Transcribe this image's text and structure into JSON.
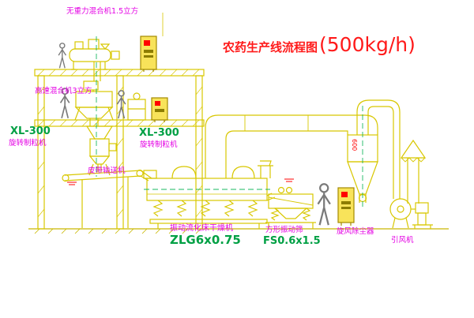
{
  "title": {
    "text": "农药生产线流程图",
    "capacity": "(500kg/h)"
  },
  "labels": {
    "mixer_top": "无重力混合机1.5立方",
    "mixer_high_speed": "高速混合机3立方",
    "granulator_left_model": "XL-300",
    "granulator_left_name": "旋转制粒机",
    "granulator_center_model": "XL-300",
    "granulator_center_name": "旋转制粒机",
    "belt_conveyor": "皮带输送机",
    "dryer_name": "振动流化床干燥机",
    "dryer_model": "ZLG6x0.75",
    "sieve_name": "方形振动筛",
    "sieve_model": "FS0.6x1.5",
    "cyclone_name": "旋风除尘器",
    "fan_name": "引风机",
    "cyclone_size": "600"
  },
  "colors": {
    "line_yellow": "#d8c700",
    "label_magenta": "#e400e4",
    "model_green": "#00a044",
    "title_red": "#ff1a1a",
    "cabinet_yellow": "#f8e35a",
    "button_red": "#ff0000",
    "centerline_green": "#00b050"
  }
}
